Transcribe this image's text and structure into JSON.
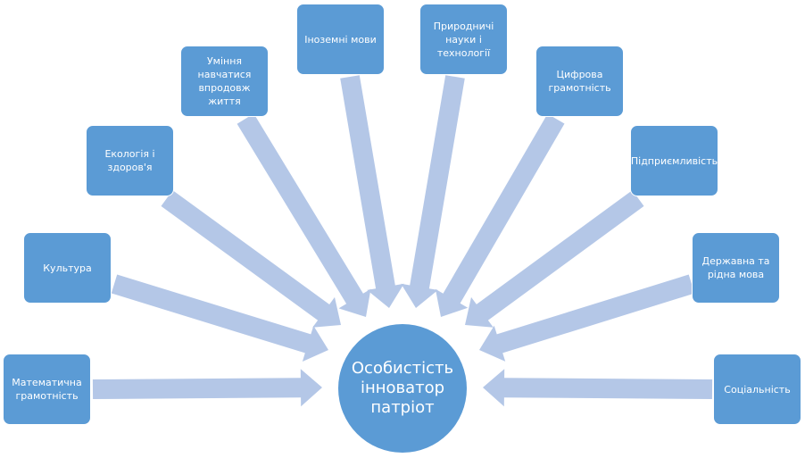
{
  "diagram": {
    "center": {
      "label": "Особистість інноватор патріот"
    },
    "nodes": [
      {
        "id": "math",
        "label": "Математична грамотність"
      },
      {
        "id": "culture",
        "label": "Культура"
      },
      {
        "id": "ecology",
        "label": "Екологія і здоров'я"
      },
      {
        "id": "lifelong",
        "label": "Уміння навчатися впродовж життя"
      },
      {
        "id": "foreign",
        "label": "Іноземні мови"
      },
      {
        "id": "science",
        "label": "Природничі науки і технології"
      },
      {
        "id": "digital",
        "label": "Цифрова грамотність"
      },
      {
        "id": "entrepreneur",
        "label": "Підприємливість"
      },
      {
        "id": "state-lang",
        "label": "Державна та рідна мова"
      },
      {
        "id": "social",
        "label": "Соціальність"
      }
    ],
    "colors": {
      "node": "#5b9bd5",
      "arrow": "#b4c7e7",
      "text": "#ffffff"
    }
  }
}
